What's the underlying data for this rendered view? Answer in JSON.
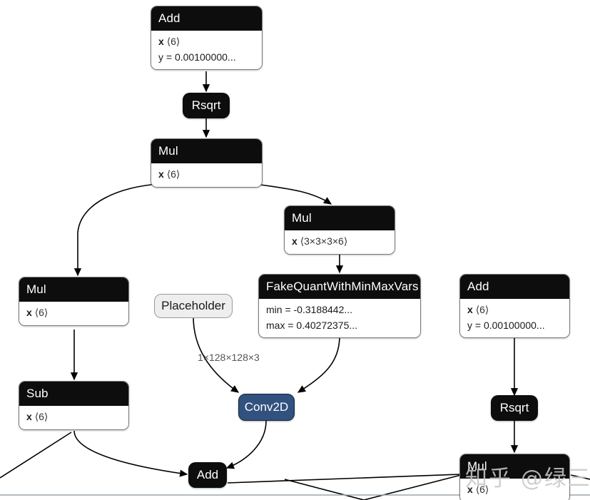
{
  "diagram": {
    "type": "computational-graph",
    "title": "TensorFlow graph fragment",
    "background_color": "#ffffff",
    "edge_color": "#000000",
    "colors": {
      "op_node": "#0d0d0d",
      "op_node_text": "#ffffff",
      "composite_body": "#ffffff",
      "composite_border": "#7a7a7a",
      "highlight_node": "#31517e",
      "input_node": "#eeeeee",
      "edge_label_text": "#555555"
    }
  },
  "nodes": [
    {
      "id": "add-top",
      "label": "Add",
      "kind": "composite",
      "attrs": [
        {
          "key": "x",
          "value": "⟨6⟩"
        },
        {
          "key": "y =",
          "value": "0.00100000..."
        }
      ]
    },
    {
      "id": "rsqrt-top",
      "label": "Rsqrt",
      "kind": "op"
    },
    {
      "id": "mul-top",
      "label": "Mul",
      "kind": "composite",
      "attrs": [
        {
          "key": "x",
          "value": "⟨6⟩"
        }
      ]
    },
    {
      "id": "mul-weights",
      "label": "Mul",
      "kind": "composite",
      "attrs": [
        {
          "key": "x",
          "value": "⟨3×3×3×6⟩"
        }
      ]
    },
    {
      "id": "fakequant",
      "label": "FakeQuantWithMinMaxVars",
      "kind": "composite",
      "attrs": [
        {
          "key": "min =",
          "value": "-0.3188442..."
        },
        {
          "key": "max =",
          "value": "0.40272375..."
        }
      ]
    },
    {
      "id": "mul-left",
      "label": "Mul",
      "kind": "composite",
      "attrs": [
        {
          "key": "x",
          "value": "⟨6⟩"
        }
      ]
    },
    {
      "id": "sub-left",
      "label": "Sub",
      "kind": "composite",
      "attrs": [
        {
          "key": "x",
          "value": "⟨6⟩"
        }
      ]
    },
    {
      "id": "placeholder",
      "label": "Placeholder",
      "kind": "input"
    },
    {
      "id": "conv2d",
      "label": "Conv2D",
      "kind": "highlight"
    },
    {
      "id": "add-bottom",
      "label": "Add",
      "kind": "op"
    },
    {
      "id": "add-right",
      "label": "Add",
      "kind": "composite",
      "attrs": [
        {
          "key": "x",
          "value": "⟨6⟩"
        },
        {
          "key": "y =",
          "value": "0.00100000..."
        }
      ]
    },
    {
      "id": "rsqrt-right",
      "label": "Rsqrt",
      "kind": "op"
    },
    {
      "id": "mul-right",
      "label": "Mul",
      "kind": "composite",
      "attrs": [
        {
          "key": "x",
          "value": "⟨6⟩"
        }
      ]
    }
  ],
  "edges": [
    {
      "from": "add-top",
      "to": "rsqrt-top",
      "label": ""
    },
    {
      "from": "rsqrt-top",
      "to": "mul-top",
      "label": ""
    },
    {
      "from": "mul-top",
      "to": "mul-left",
      "label": ""
    },
    {
      "from": "mul-top",
      "to": "mul-weights",
      "label": ""
    },
    {
      "from": "mul-weights",
      "to": "fakequant",
      "label": ""
    },
    {
      "from": "fakequant",
      "to": "conv2d",
      "label": ""
    },
    {
      "from": "placeholder",
      "to": "conv2d",
      "label": "1×128×128×3"
    },
    {
      "from": "mul-left",
      "to": "sub-left",
      "label": ""
    },
    {
      "from": "sub-left",
      "to": "add-bottom",
      "label": ""
    },
    {
      "from": "conv2d",
      "to": "add-bottom",
      "label": ""
    },
    {
      "from": "add-right",
      "to": "rsqrt-right",
      "label": ""
    },
    {
      "from": "rsqrt-right",
      "to": "mul-right",
      "label": ""
    },
    {
      "from": "add-bottom",
      "to": "mul-right",
      "label": ""
    }
  ],
  "edge_labels": {
    "placeholder_to_conv2d": "1×128×128×3"
  },
  "watermark": {
    "text": "知乎 @绿三丁"
  }
}
